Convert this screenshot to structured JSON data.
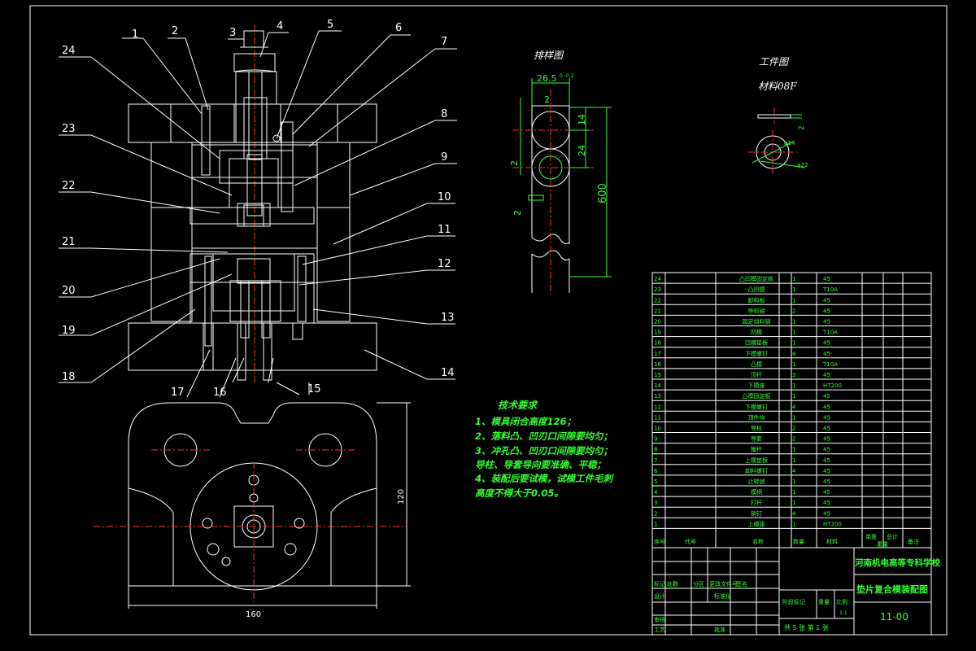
{
  "part_numbers": [
    "1",
    "2",
    "3",
    "4",
    "5",
    "6",
    "7",
    "8",
    "9",
    "10",
    "11",
    "12",
    "13",
    "14",
    "15",
    "16",
    "17",
    "18",
    "19",
    "20",
    "21",
    "22",
    "23",
    "24"
  ],
  "strip_layout": {
    "title": "排样图",
    "dim_width": "26.5",
    "dim_tol": "0 -0.2",
    "dim_2a": "2",
    "dim_14": "14",
    "dim_24": "24",
    "dim_2b": "2",
    "dim_2c": "2",
    "dim_600": "600"
  },
  "workpiece": {
    "title": "工件图",
    "material": "材料08F",
    "dim_t": "2",
    "dim_d1": "φ14",
    "dim_d2": "φ22"
  },
  "plan_view": {
    "dim_120": "120",
    "dim_160": "160"
  },
  "tech_requirements": {
    "heading": "技术要求",
    "lines": [
      "1、模具闭合高度126；",
      "2、落料凸、凹刃口间隙要均匀；",
      "3、冲孔凸、凹刃口间隙要均匀；",
      "导柱、导套导向要准确、平稳；",
      "4、装配后要试模，试模工件毛刺",
      "高度不得大于0.05。"
    ]
  },
  "bom": [
    {
      "no": "24",
      "name": "凸凹模固定板",
      "qty": "1",
      "mat": "45"
    },
    {
      "no": "23",
      "name": "凸凹模",
      "qty": "1",
      "mat": "T10A"
    },
    {
      "no": "22",
      "name": "卸料板",
      "qty": "1",
      "mat": "45"
    },
    {
      "no": "21",
      "name": "导料销",
      "qty": "2",
      "mat": "45"
    },
    {
      "no": "20",
      "name": "固定挡料销",
      "qty": "1",
      "mat": "45"
    },
    {
      "no": "19",
      "name": "凹模",
      "qty": "1",
      "mat": "T10A"
    },
    {
      "no": "18",
      "name": "凹模垫板",
      "qty": "1",
      "mat": "45"
    },
    {
      "no": "17",
      "name": "下模螺钉",
      "qty": "4",
      "mat": "45"
    },
    {
      "no": "16",
      "name": "凸模",
      "qty": "1",
      "mat": "T10A"
    },
    {
      "no": "15",
      "name": "顶杆",
      "qty": "3",
      "mat": "45"
    },
    {
      "no": "14",
      "name": "下模座",
      "qty": "1",
      "mat": "HT200"
    },
    {
      "no": "13",
      "name": "凸模固定板",
      "qty": "1",
      "mat": "45"
    },
    {
      "no": "12",
      "name": "下模螺钉",
      "qty": "4",
      "mat": "45"
    },
    {
      "no": "11",
      "name": "顶件块",
      "qty": "1",
      "mat": "45"
    },
    {
      "no": "10",
      "name": "导柱",
      "qty": "2",
      "mat": "45"
    },
    {
      "no": "9",
      "name": "导套",
      "qty": "2",
      "mat": "45"
    },
    {
      "no": "8",
      "name": "推杆",
      "qty": "1",
      "mat": "45"
    },
    {
      "no": "7",
      "name": "上模垫板",
      "qty": "1",
      "mat": "45"
    },
    {
      "no": "6",
      "name": "卸料螺钉",
      "qty": "4",
      "mat": "45"
    },
    {
      "no": "5",
      "name": "止转销",
      "qty": "1",
      "mat": "45"
    },
    {
      "no": "4",
      "name": "模柄",
      "qty": "1",
      "mat": "45"
    },
    {
      "no": "3",
      "name": "打杆",
      "qty": "1",
      "mat": "45"
    },
    {
      "no": "2",
      "name": "销钉",
      "qty": "4",
      "mat": "45"
    },
    {
      "no": "1",
      "name": "上模座",
      "qty": "1",
      "mat": "HT200"
    }
  ],
  "bom_header": {
    "no": "序号",
    "code": "代号",
    "name": "名称",
    "qty": "数量",
    "mat": "材料",
    "unit_w": "单重",
    "total_w": "总计",
    "weight": "重量",
    "note": "备注"
  },
  "title_block": {
    "school": "河南机电高等专科学校",
    "drawing_name": "垫片复合模装配图",
    "drawing_no": "11-00",
    "mark": "标记",
    "count": "处数",
    "zone": "分区",
    "change_doc": "更改文件号",
    "sign": "签名",
    "design": "设计",
    "standard": "标准化",
    "stage_mark": "阶段标记",
    "weight": "重量",
    "scale": "比例",
    "scale_val": "1:1",
    "review": "审核",
    "process": "工艺",
    "approve": "批准",
    "sheets": "共 5 张 第 1 张"
  }
}
